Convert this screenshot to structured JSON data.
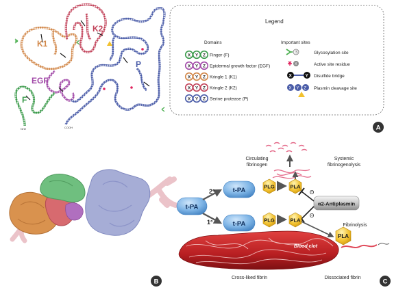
{
  "panel_a": {
    "domain_labels": {
      "k1": "K1",
      "k2": "K2",
      "egf": "EGF",
      "f": "F",
      "p": "P"
    },
    "terminal_labels": {
      "n_terminus": "NH2",
      "c_terminus": "COOH"
    },
    "panel_letter": "A",
    "legend": {
      "title": "Legend",
      "domains_heading": "Domains",
      "sites_heading": "Important sites",
      "domains": [
        {
          "label": "Finger (F)",
          "color": "#3a9a4a"
        },
        {
          "label": "Epidermal growth factor (EGF)",
          "color": "#a24aa8"
        },
        {
          "label": "Kringle 1 (K1)",
          "color": "#d2884a"
        },
        {
          "label": "Kringle 2 (K2)",
          "color": "#c2435a"
        },
        {
          "label": "Serine protease (P)",
          "color": "#4a5ca8"
        }
      ],
      "bead_letters": [
        "X",
        "Y",
        "Z"
      ],
      "sites": [
        {
          "label": "Glycosylation site"
        },
        {
          "label": "Active site residue"
        },
        {
          "label": "Disulfide bridge"
        },
        {
          "label": "Plasmin cleavage site"
        }
      ]
    }
  },
  "panel_b": {
    "panel_letter": "B"
  },
  "panel_c": {
    "panel_letter": "C",
    "tpa_main": "t-PA",
    "tpa_top": "t-PA",
    "tpa_bottom": "t-PA",
    "plg_top": "PLG",
    "plg_bottom": "PLG",
    "pla_top": "PLA",
    "pla_bottom": "PLA",
    "pla_right": "PLA",
    "route_2": "2°",
    "route_1": "1°",
    "inhibitor": "α2-Antiplasmin",
    "inhibit_symbol": "Θ",
    "circulating_fibrinogen": [
      "Circulating",
      "fibrinogen"
    ],
    "systemic": [
      "Systemic",
      "fibrinogenolysis"
    ],
    "fibrinolysis": "Fibrinolysis",
    "blood_clot": "Blood clot",
    "cross_linked": "Cross-liked fibrin",
    "dissociated": "Dissociated fibrin"
  }
}
